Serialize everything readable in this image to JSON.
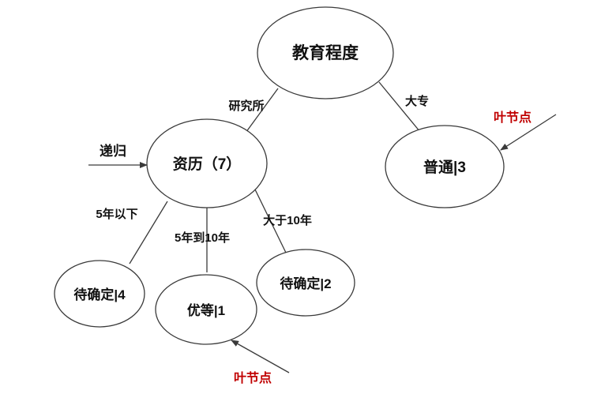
{
  "diagram": {
    "root": {
      "label": "教育程度"
    },
    "children": [
      {
        "edge_label": "研究所",
        "node_label": "资历（7）"
      },
      {
        "edge_label": "大专",
        "node_label": "普通|3"
      }
    ],
    "sub_children": [
      {
        "edge_label": "5年以下",
        "node_label": "待确定|4"
      },
      {
        "edge_label": "5年到10年",
        "node_label": "优等|1"
      },
      {
        "edge_label": "大于10年",
        "node_label": "待确定|2"
      }
    ],
    "annotations": {
      "recursion_label": "递归",
      "leaf_label_right": "叶节点",
      "leaf_label_bottom": "叶节点",
      "leaf_color": "#c00000"
    }
  }
}
